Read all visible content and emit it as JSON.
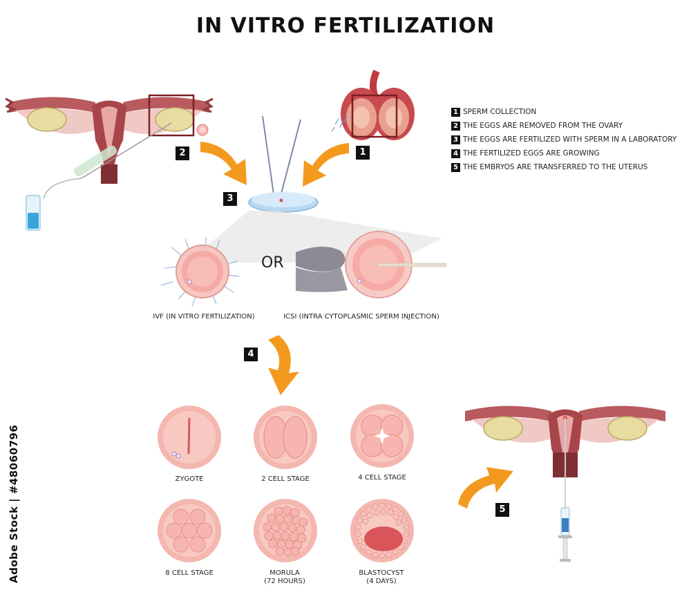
{
  "title": "IN VITRO FERTILIZATION",
  "legend": [
    {
      "num": "1",
      "text": "SPERM COLLECTION"
    },
    {
      "num": "2",
      "text": "THE EGGS ARE REMOVED FROM THE OVARY"
    },
    {
      "num": "3",
      "text": "THE EGGS ARE FERTILIZED WITH SPERM IN A LABORATORY"
    },
    {
      "num": "4",
      "text": "THE FERTILIZED EGGS ARE GROWING"
    },
    {
      "num": "5",
      "text": "THE EMBRYOS  ARE TRANSFERRED TO THE UTERUS"
    }
  ],
  "badges": {
    "b1": "1",
    "b2": "2",
    "b3": "3",
    "b4": "4",
    "b5": "5"
  },
  "methods": {
    "or": "OR",
    "ivf": "IVF (IN VITRO FERTILIZATION)",
    "icsi": "ICSI (INTRA CYTOPLASMIC SPERM INJECTION)"
  },
  "stages": {
    "zygote": "ZYGOTE",
    "two_cell": "2 CELL STAGE",
    "four_cell": "4 CELL STAGE",
    "eight_cell": "8 CELL STAGE",
    "morula_line1": "MORULA",
    "morula_line2": "(72 HOURS)",
    "blastocyst_line1": "BLASTOCYST",
    "blastocyst_line2": "(4 DAYS)"
  },
  "watermark": "Adobe Stock | #48060796",
  "colors": {
    "arrow": "#f39a1e",
    "cell": "#f4b7b0",
    "cell_inner": "#f8c9c2",
    "uterus": "#a8454a",
    "ovary": "#e8dca0",
    "dish": "#a9d0ef"
  }
}
